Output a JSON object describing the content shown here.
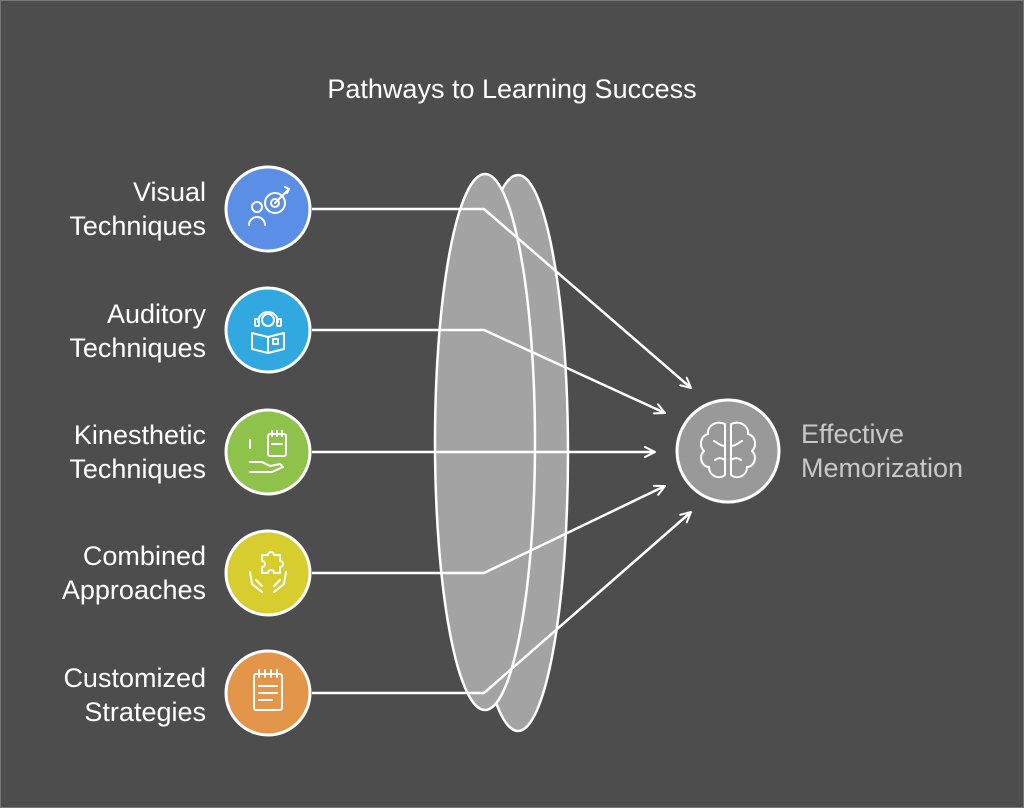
{
  "title": "Pathways to Learning Success",
  "inputs": [
    {
      "line1": "Visual",
      "line2": "Techniques",
      "icon": "target-person-icon",
      "color": "#5b8fe6"
    },
    {
      "line1": "Auditory",
      "line2": "Techniques",
      "icon": "headphones-book-icon",
      "color": "#31a8e0"
    },
    {
      "line1": "Kinesthetic",
      "line2": "Techniques",
      "icon": "hand-notepad-icon",
      "color": "#8fc24b"
    },
    {
      "line1": "Combined",
      "line2": "Approaches",
      "icon": "puzzle-hands-icon",
      "color": "#d8cd2e"
    },
    {
      "line1": "Customized",
      "line2": "Strategies",
      "icon": "notepad-list-icon",
      "color": "#e3954a"
    }
  ],
  "outcome": {
    "line1": "Effective",
    "line2": "Memorization",
    "icon": "brain-icon",
    "color": "#999999"
  }
}
